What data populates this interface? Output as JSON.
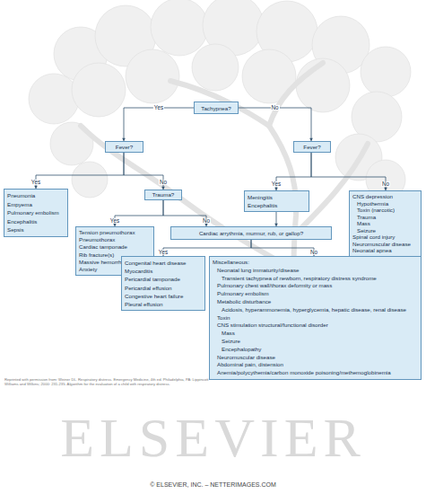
{
  "diagram": {
    "nodes": [
      {
        "text": [
          "Tachypnea?"
        ]
      },
      {
        "text": [
          "Fever?"
        ]
      },
      {
        "text": [
          "Fever?"
        ]
      },
      {
        "text": [
          "Pneumonia",
          "Empyema",
          "Pulmonary embolism",
          "Encephalitis",
          "Sepsis"
        ]
      },
      {
        "text": [
          "Trauma?"
        ]
      },
      {
        "text": [
          "Meningitis",
          "Encephalitis"
        ]
      },
      {
        "text": [
          "CNS depression",
          "Hypothermia",
          "Toxin (narcotic)",
          "Trauma",
          "Mass",
          "Seizure",
          "Spinal cord injury",
          "Neuromuscular disease",
          "Neonatal apnea"
        ]
      },
      {
        "text": [
          "Tension pneumothorax",
          "Pneumothorax",
          "Cardiac tamponade",
          "Rib fracture(s)",
          "Massive hemorrhage",
          "Anxiety"
        ]
      },
      {
        "text": [
          "Cardiac arrythmia, murmur, rub, or gallop?"
        ]
      },
      {
        "text": [
          "Congenital heart disease",
          "Myocarditis",
          "Pericardial tamponade",
          "Pericardial effusion",
          "Congestive heart failure",
          "Pleural effusion"
        ]
      },
      {
        "text": [
          "Miscellaneous:",
          "Neonatal lung immaturity/disease",
          "Transient tachypnea of newborn, respiratory distress syndrome",
          "Pulmonary chest wall/thorax deformity or mass",
          "Pulmonary embolism",
          "Metabolic disturbance",
          "Acidosis, hyperammonemia, hyperglycemia, hepatic disease, renal disease",
          "Toxin",
          "CNS stimulation structural/functional disorder",
          "Mass",
          "Seizure",
          "Encephalopathy",
          "Neuromuscular disease",
          "Abdominal pain, distension",
          "Anemia/polycythemia/carbon monoxide poisoning/methemoglobinemia"
        ]
      }
    ],
    "edges": [
      {
        "from": 0,
        "to": 1,
        "label": "Yes",
        "arrow": "to"
      },
      {
        "from": 0,
        "to": 2,
        "label": "No",
        "arrow": "to"
      },
      {
        "from": 1,
        "to": 3,
        "label": "Yes",
        "arrow": "to"
      },
      {
        "from": 1,
        "to": 4,
        "label": "No",
        "arrow": "to"
      },
      {
        "from": 2,
        "to": 5,
        "label": "Yes",
        "arrow": "to"
      },
      {
        "from": 2,
        "to": 6,
        "label": "No",
        "arrow": "to"
      },
      {
        "from": 4,
        "to": 7,
        "label": "Yes",
        "arrow": "to"
      },
      {
        "from": 4,
        "to": 8,
        "label": "No",
        "arrow": "to"
      },
      {
        "from": 5,
        "to": 8,
        "arrow": "to"
      },
      {
        "from": 8,
        "to": 9,
        "label": "Yes",
        "arrow": "to"
      },
      {
        "from": 8,
        "to": 10,
        "label": "No",
        "arrow": "to"
      }
    ],
    "labels": [
      "Reprinted with permission from: Weiner DL. Respiratory distress. Emergency Medicine, 4th ed. Philadelphia, PA: Lippincott Williams and Wilkins; 2000: 231-235. Algorithm for the evaluation of a child with respiratory distress.",
      "ELSEVIER",
      "© ELSEVIER, INC. – NETTERIMAGES.COM"
    ]
  }
}
